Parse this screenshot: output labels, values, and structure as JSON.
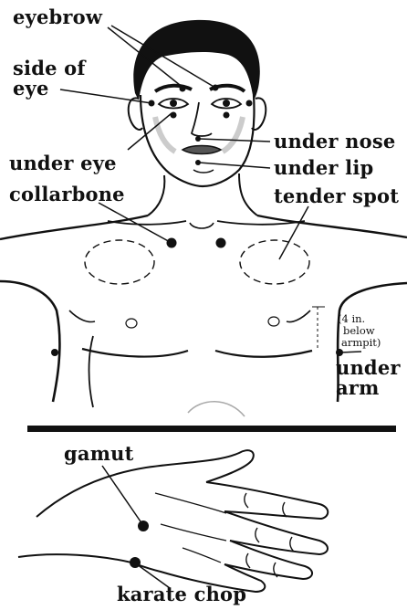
{
  "labels": {
    "eyebrow": "eyebrow",
    "side_of_eye_line1": "side of",
    "side_of_eye_line2": "eye",
    "under_eye": "under eye",
    "under_nose": "under nose",
    "under_lip": "under lip",
    "collarbone": "collarbone",
    "tender_spot": "tender spot",
    "armpit_note_line1": "(4 in.",
    "armpit_note_line2": "below",
    "armpit_note_line3": "armpit)",
    "under_arm_line1": "under",
    "under_arm_line2": "arm",
    "gamut": "gamut",
    "karate_chop": "karate chop"
  },
  "colors": {
    "ink": "#111111",
    "skin_shade": "#cccccc",
    "background": "#ffffff"
  }
}
